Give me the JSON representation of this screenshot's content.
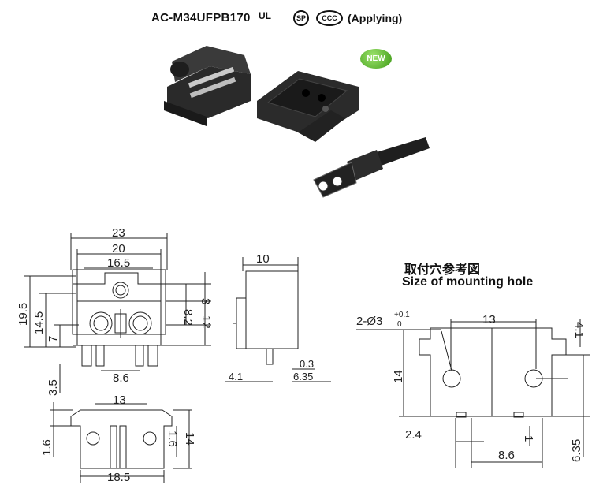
{
  "header": {
    "model": "AC-M34UFPB170",
    "mark_ul": "UL",
    "mark_csa": "SP",
    "mark_ccc": "CCC",
    "status": "(Applying)"
  },
  "badge": {
    "label": "NEW",
    "color": "#5cbf2a"
  },
  "mounting": {
    "title_cn": "取付穴参考図",
    "title_en": "Size of mounting hole",
    "holes_label": "2-Ø3",
    "tol_upper": "+0.1",
    "tol_lower": "0",
    "d13": "13",
    "d4_1": "4.1",
    "d14": "14",
    "d2_4": "2.4",
    "d1": "1",
    "d6_35": "6.35",
    "d8_6": "8.6"
  },
  "front": {
    "d23": "23",
    "d20": "20",
    "d16_5": "16.5",
    "d19_5": "19.5",
    "d14_5": "14.5",
    "d7": "7",
    "d3": "3",
    "d8_2": "8.2",
    "d12": "12",
    "d8_6": "8.6",
    "d3_5": "3.5"
  },
  "side": {
    "d10": "10",
    "d0_3": "0.3",
    "d4_1": "4.1",
    "d6_35": "6.35"
  },
  "bottom": {
    "d13": "13",
    "d1_6a": "1.6",
    "d1_6b": "1.6",
    "d14": "14",
    "d18_5": "18.5"
  }
}
